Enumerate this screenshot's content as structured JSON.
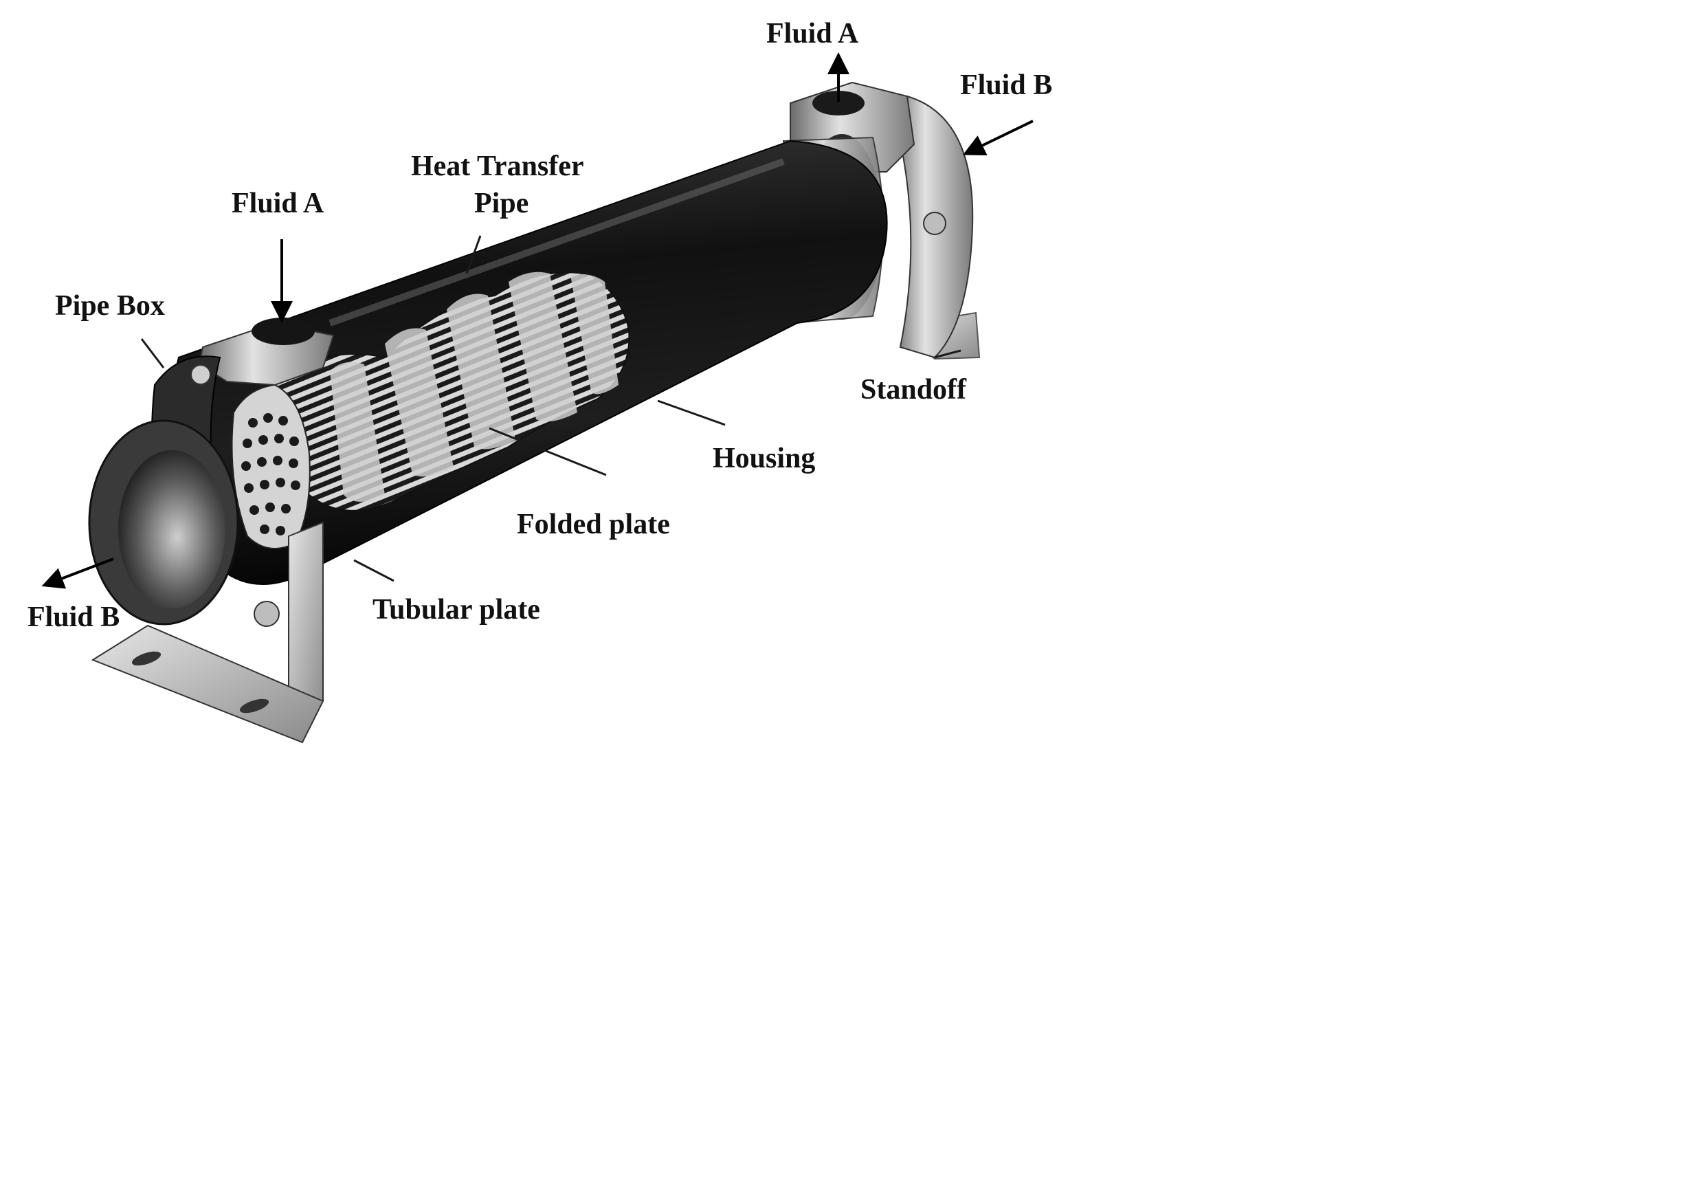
{
  "labels": {
    "fluid_a_top": "Fluid A",
    "fluid_b_top": "Fluid B",
    "heat_transfer_line1": "Heat Transfer",
    "heat_transfer_line2": "Pipe",
    "fluid_a_left": "Fluid A",
    "pipe_box": "Pipe Box",
    "standoff": "Standoff",
    "housing": "Housing",
    "folded_plate": "Folded plate",
    "tubular_plate": "Tubular plate",
    "fluid_b_bottom": "Fluid B"
  },
  "colors": {
    "background": "#ffffff",
    "shell_dark": "#1b1b1b",
    "metal_light": "#d8d8d8",
    "metal_mid": "#8c8c8c",
    "label": "#111111"
  }
}
